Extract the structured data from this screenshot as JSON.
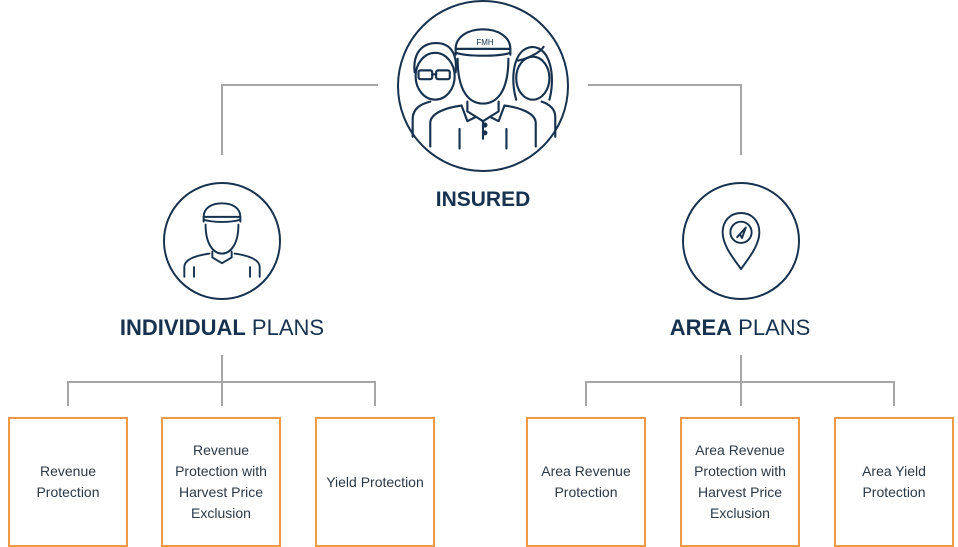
{
  "root": {
    "title": "INSURED",
    "icon": "people-group-icon",
    "cap_text": "FMH"
  },
  "branches": [
    {
      "strong": "INDIVIDUAL",
      "light": "PLANS",
      "icon": "farmer-icon",
      "plans": [
        "Revenue Protection",
        "Revenue Protection with Harvest Price Exclusion",
        "Yield Protection"
      ]
    },
    {
      "strong": "AREA",
      "light": "PLANS",
      "icon": "location-pin-icon",
      "plans": [
        "Area Revenue Protection",
        "Area Revenue Protection with Harvest Price Exclusion",
        "Area Yield Protection"
      ]
    }
  ],
  "colors": {
    "navy": "#16324f",
    "orange": "#ef9a45",
    "connector": "#a6a6a6"
  }
}
